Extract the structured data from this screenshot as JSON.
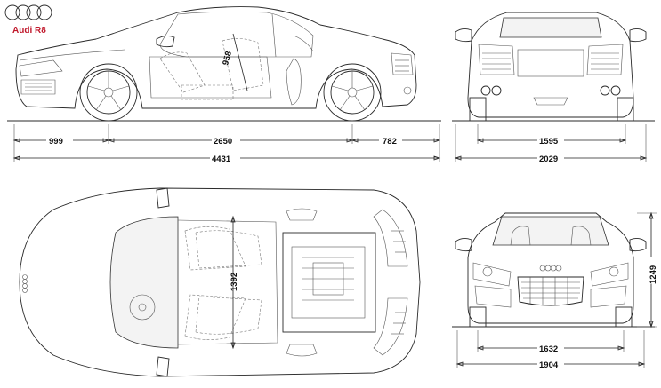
{
  "brand": {
    "model": "Audi R8",
    "logo": "four-rings-logo",
    "accent_color": "#c0182b"
  },
  "dimensions": {
    "front_overhang": "999",
    "wheelbase": "2650",
    "rear_overhang": "782",
    "overall_length": "4431",
    "seat_to_roof": "958",
    "rear_track": "1595",
    "width_with_mirrors": "2029",
    "cabin_width": "1392",
    "front_track": "1632",
    "overall_width": "1904",
    "height": "1249"
  }
}
